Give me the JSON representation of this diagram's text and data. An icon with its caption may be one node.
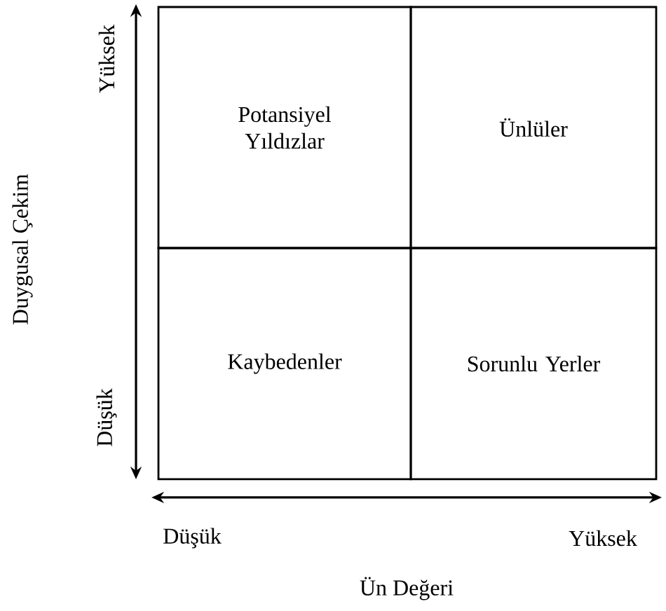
{
  "diagram": {
    "nodes": [
      {
        "text": [
          "Potansiyel Yıldızlar"
        ]
      },
      {
        "text": [
          "Ünlüler"
        ]
      },
      {
        "text": [
          "Kaybedenler"
        ]
      },
      {
        "text": [
          "Sorunlu Yerler"
        ]
      }
    ],
    "edges": [],
    "labels": [
      "Yüksek",
      "Duygusal Çekim",
      "Düşük",
      "Düşük",
      "Yüksek",
      "Ün Değeri"
    ]
  }
}
